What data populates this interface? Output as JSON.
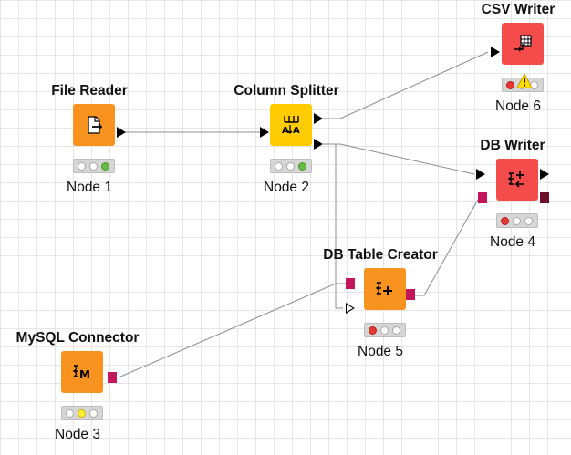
{
  "workflow": {
    "nodes": [
      {
        "title": "File Reader",
        "label": "Node 1",
        "status": [
          "off",
          "off",
          "green"
        ],
        "color": "#f7931e"
      },
      {
        "title": "Column Splitter",
        "label": "Node 2",
        "status": [
          "off",
          "off",
          "green"
        ],
        "color": "#ffcc00"
      },
      {
        "title": "MySQL Connector",
        "label": "Node 3",
        "status": [
          "off",
          "yellow",
          "off"
        ],
        "color": "#f7931e"
      },
      {
        "title": "DB Writer",
        "label": "Node 4",
        "status": [
          "red",
          "off",
          "off"
        ],
        "color": "#f44b4b"
      },
      {
        "title": "DB Table Creator",
        "label": "Node 5",
        "status": [
          "red",
          "off",
          "off"
        ],
        "color": "#f7931e"
      },
      {
        "title": "CSV Writer",
        "label": "Node 6",
        "status": [
          "red",
          "off",
          "off"
        ],
        "warning": true,
        "color": "#f44b4b"
      }
    ],
    "connections": [
      {
        "from": "Node 1",
        "to": "Node 2"
      },
      {
        "from": "Node 2",
        "to": "Node 6"
      },
      {
        "from": "Node 2",
        "to": "Node 4"
      },
      {
        "from": "Node 2",
        "to": "Node 5"
      },
      {
        "from": "Node 3",
        "to": "Node 5"
      },
      {
        "from": "Node 5",
        "to": "Node 4"
      }
    ],
    "icons": {
      "file_reader": "file-reader-icon",
      "column_splitter": "column-splitter-icon",
      "mysql_connector": "mysql-connector-icon",
      "db_writer": "db-writer-icon",
      "db_table_creator": "db-table-creator-icon",
      "csv_writer": "csv-writer-icon"
    }
  }
}
